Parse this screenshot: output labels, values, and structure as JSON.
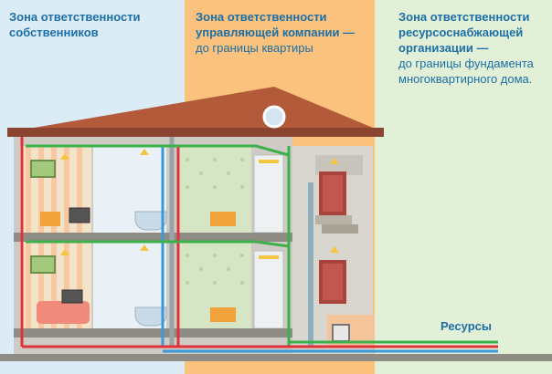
{
  "zones": [
    {
      "title": "Зона ответственности собственников",
      "subtitle": ""
    },
    {
      "title": "Зона ответственности управляющей компании —",
      "subtitle": "до границы квартиры"
    },
    {
      "title": "Зона ответственности ресурсоснабжающей организации —",
      "subtitle": "до границы фундамента многоквартирного дома."
    }
  ],
  "resources_label": "Ресурсы",
  "colors": {
    "owner_zone": "#dcecf6",
    "management_zone": "#fbc27e",
    "supplier_zone": "#e3f0d8",
    "text_accent": "#1c6fa6",
    "roof": "#b35a3a",
    "pipe_red": "#e0323a",
    "pipe_green": "#3cb04a",
    "pipe_blue": "#3a9ad9"
  }
}
